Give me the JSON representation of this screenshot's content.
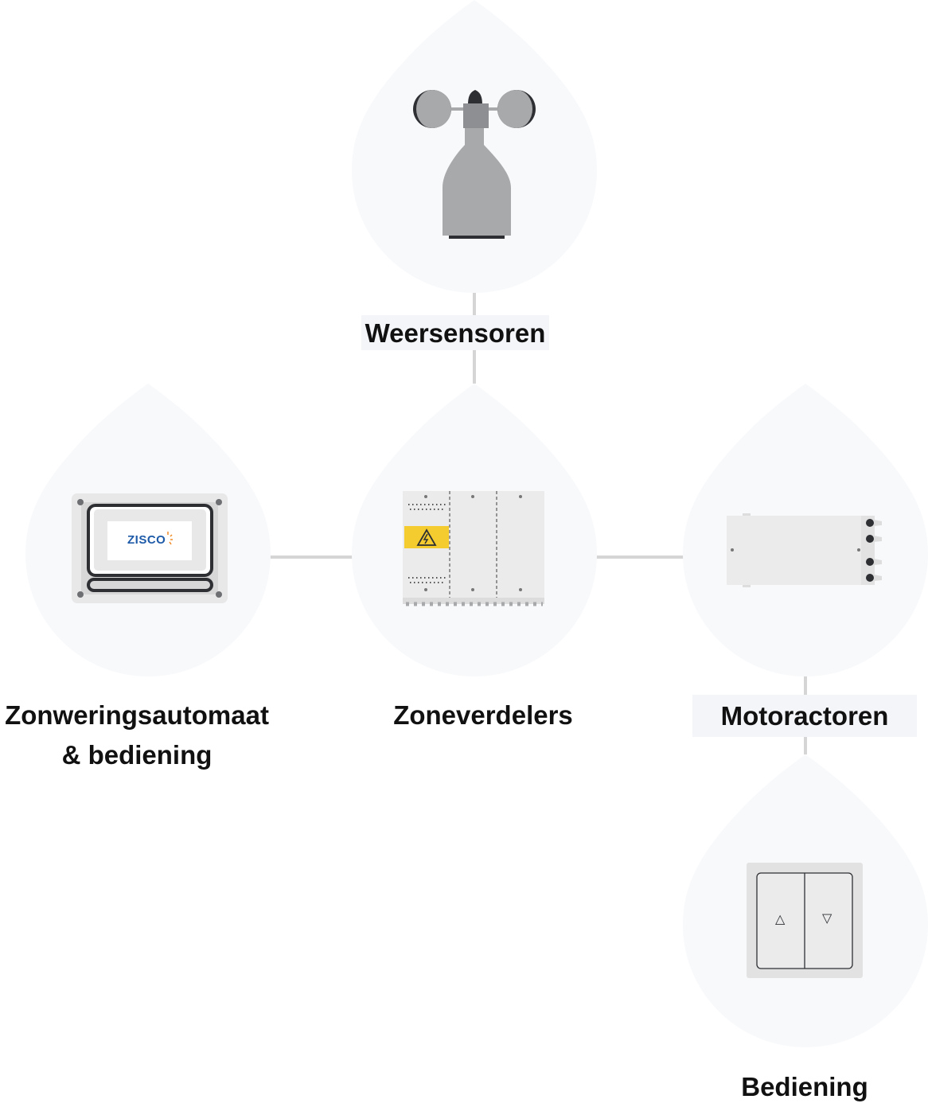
{
  "colors": {
    "drop_fill": "#f8f9fb",
    "connector": "#d5d5d5",
    "label_box": "#f3f5f8",
    "device_gray": "#a8a9ab",
    "device_dark": "#2d2f33",
    "panel_light": "#ebebeb",
    "warning_yellow": "#f4cc2f",
    "brand_blue": "#1d5aa8",
    "brand_orange": "#f08a24"
  },
  "nodes": {
    "weersensoren": {
      "label": "Weersensoren",
      "icon": "anemometer-icon"
    },
    "zoneverdelers": {
      "label": "Zoneverdelers",
      "icon": "distribution-cabinet-icon"
    },
    "zonweringsautomaat": {
      "label_line1": "Zonweringsautomaat",
      "label_line2": "& bediening",
      "icon": "control-panel-icon",
      "screen_brand": "ZISCO"
    },
    "motoractoren": {
      "label": "Motoractoren",
      "icon": "motor-actuator-icon"
    },
    "bediening": {
      "label": "Bediening",
      "icon": "switch-icon",
      "up_symbol": "△",
      "down_symbol": "▽"
    }
  }
}
